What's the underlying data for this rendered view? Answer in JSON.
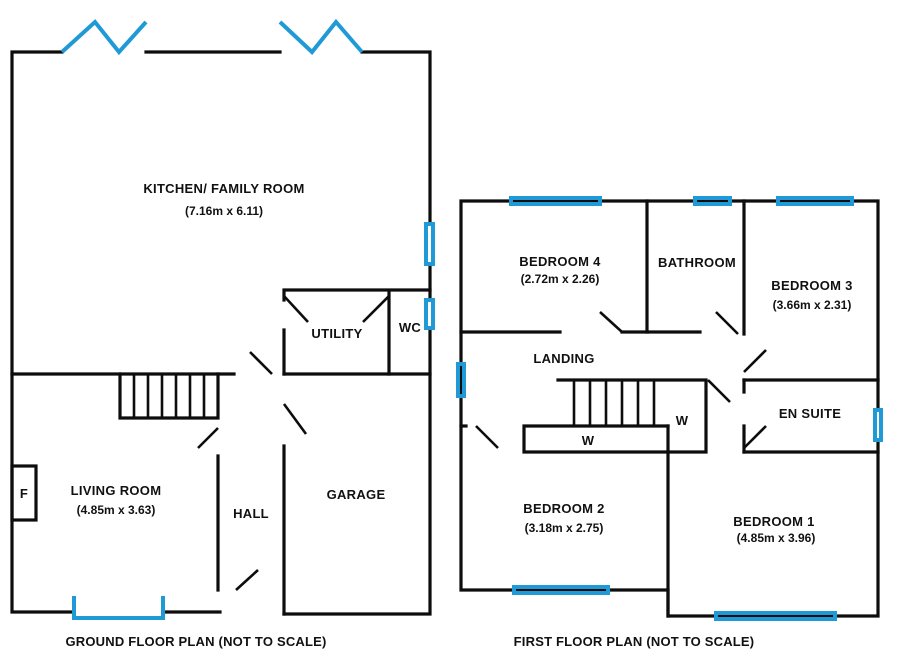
{
  "ground_floor": {
    "caption": "GROUND FLOOR PLAN (NOT TO SCALE)",
    "rooms": {
      "kitchen": {
        "name": "KITCHEN/ FAMILY ROOM",
        "size": "(7.16m x 6.11)"
      },
      "utility": {
        "name": "UTILITY"
      },
      "wc": {
        "name": "WC"
      },
      "living": {
        "name": "LIVING ROOM",
        "size": "(4.85m x 3.63)"
      },
      "hall": {
        "name": "HALL"
      },
      "garage": {
        "name": "GARAGE"
      },
      "fireplace": {
        "name": "F"
      }
    }
  },
  "first_floor": {
    "caption": "FIRST FLOOR PLAN (NOT TO SCALE)",
    "rooms": {
      "bedroom4": {
        "name": "BEDROOM 4",
        "size": "(2.72m x 2.26)"
      },
      "bathroom": {
        "name": "BATHROOM"
      },
      "bedroom3": {
        "name": "BEDROOM 3",
        "size": "(3.66m x 2.31)"
      },
      "landing": {
        "name": "LANDING"
      },
      "ensuite": {
        "name": "EN SUITE"
      },
      "bedroom2": {
        "name": "BEDROOM 2",
        "size": "(3.18m x 2.75)"
      },
      "bedroom1": {
        "name": "BEDROOM 1",
        "size": "(4.85m x 3.96)"
      },
      "wardrobe_a": {
        "name": "W"
      },
      "wardrobe_b": {
        "name": "W"
      }
    }
  },
  "colors": {
    "wall": "#0d0d0d",
    "window": "#1f9ad6",
    "background": "#ffffff"
  }
}
